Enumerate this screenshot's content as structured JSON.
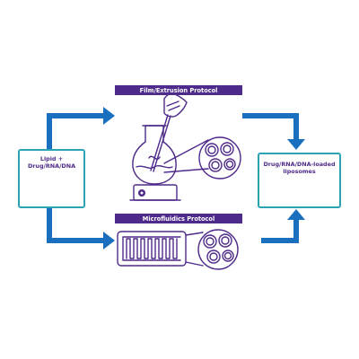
{
  "film_protocol_label": "Film/Extrusion Protocol",
  "microfluidics_protocol_label": "Microfluidics Protocol",
  "input_box": {
    "line1": "Lipid +",
    "line2": "Drug/RNA/DNA"
  },
  "output_box": {
    "line1": "Drug/RNA/DNA-loaded",
    "line2": "liposomes"
  },
  "colors": {
    "arrow_blue": "#1a6fbe",
    "banner_purple": "#4e2a8a",
    "box_border": "#2aa3b5",
    "lipid_blue": "#1e88d6",
    "lipid_pink": "#e5537a",
    "drug_yellow": "#f3c21b",
    "particle_dot": "#7fd3e0"
  },
  "icons": [
    "flask-icon",
    "pipette-hand-icon",
    "stir-plate-icon",
    "microfluidic-chip-icon",
    "liposome-cluster-icon",
    "magnifier-circle-icon"
  ]
}
